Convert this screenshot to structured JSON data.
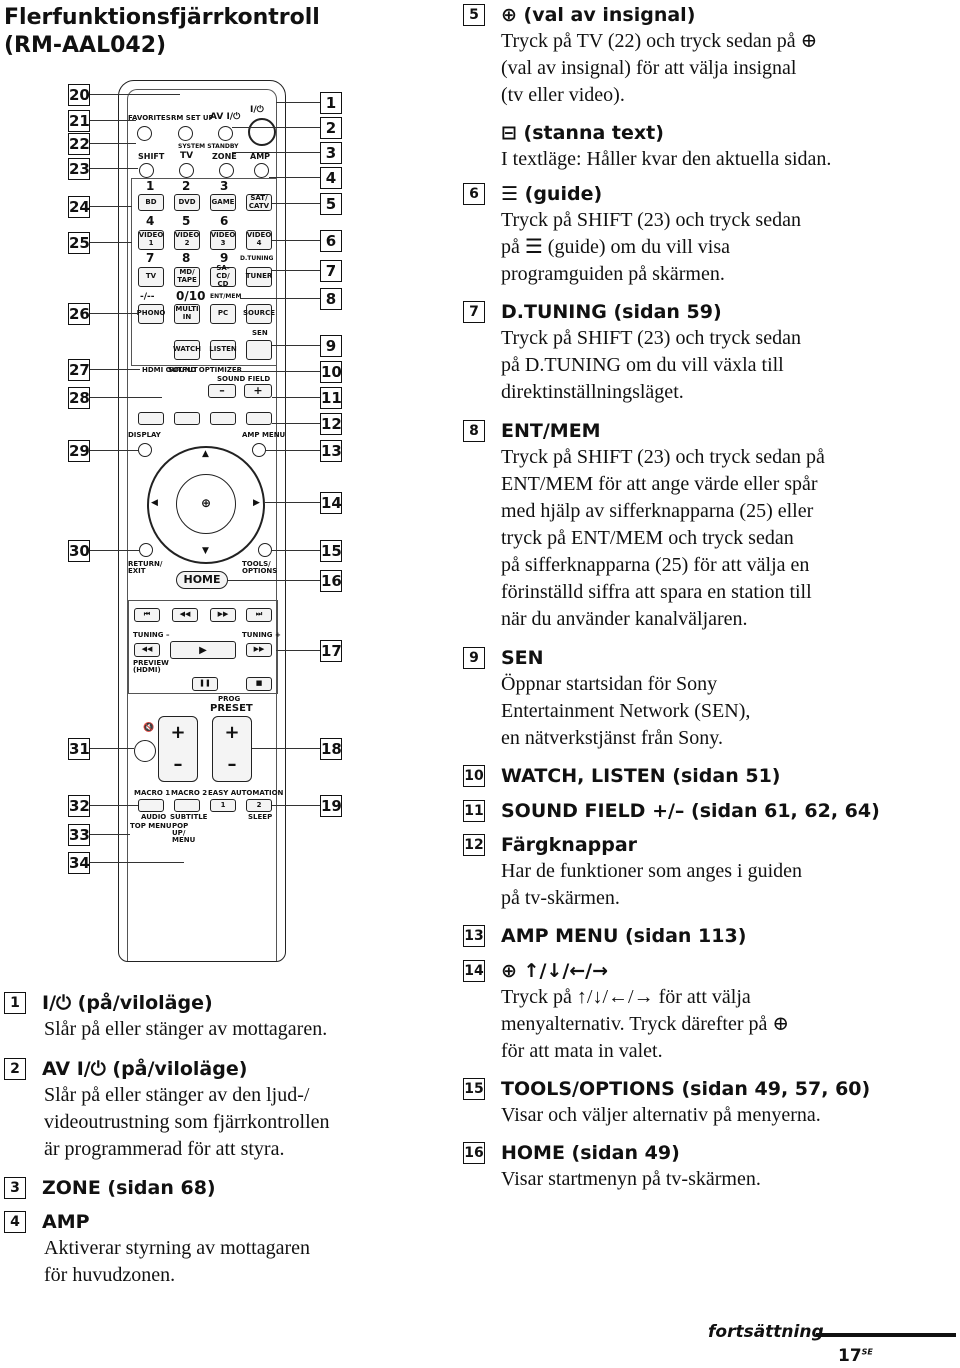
{
  "title": {
    "line1": "Flerfunktionsfjärrkontroll",
    "line2": "(RM-AAL042)"
  },
  "callouts_left": [
    "20",
    "21",
    "22",
    "23",
    "24",
    "25",
    "26",
    "27",
    "28",
    "29",
    "30",
    "31",
    "32",
    "33",
    "34"
  ],
  "callouts_right": [
    "1",
    "2",
    "3",
    "4",
    "5",
    "6",
    "7",
    "8",
    "9",
    "10",
    "11",
    "12",
    "13",
    "14",
    "15",
    "16",
    "17",
    "18",
    "19"
  ],
  "remote": {
    "favorites": "FAVORITES",
    "rm_set_up": "RM SET UP",
    "av_power": "AV I/⏻",
    "power": "I/⏻",
    "system_standby": "SYSTEM STANDBY",
    "shift": "SHIFT",
    "tv_label": "TV",
    "zone": "ZONE",
    "amp": "AMP",
    "digits": [
      "1",
      "2",
      "3",
      "4",
      "5",
      "6",
      "7",
      "8",
      "9",
      "-/--",
      "0/10"
    ],
    "bd": "BD",
    "dvd": "DVD",
    "game": "GAME",
    "sat_catv": "SAT/ CATV",
    "video1": "VIDEO 1",
    "video2": "VIDEO 2",
    "video3": "VIDEO 3",
    "video4": "VIDEO 4",
    "tv": "TV",
    "md_tape": "MD/ TAPE",
    "sa_cd": "SA-CD/ CD",
    "tuner": "TUNER",
    "d_tuning": "D.TUNING",
    "ent_mem": "ENT/MEM",
    "phono": "PHONO",
    "multi_in": "MULTI IN",
    "pc": "PC",
    "source": "SOURCE",
    "sen": "SEN",
    "watch": "WATCH",
    "listen": "LISTEN",
    "hdmi_output": "HDMI OUTPUT",
    "sound_optimizer": "SOUND OPTIMIZER",
    "sound_field": "SOUND FIELD",
    "minus": "–",
    "plus": "+",
    "display": "DISPLAY",
    "amp_menu": "AMP MENU",
    "return_exit": "RETURN/ EXIT",
    "tools_options": "TOOLS/ OPTIONS",
    "home": "HOME",
    "tuning_minus": "TUNING –",
    "tuning_plus": "TUNING +",
    "preview_hdmi": "PREVIEW (HDMI)",
    "prog": "PROG",
    "preset": "PRESET",
    "macro1": "MACRO 1",
    "macro2": "MACRO 2",
    "easy_automation": "EASY AUTOMATION",
    "audio": "AUDIO",
    "top_menu": "TOP MENU",
    "subtitle": "SUBTITLE",
    "pop_up_menu": "POP UP/ MENU",
    "sleep": "SLEEP",
    "one": "1",
    "two": "2"
  },
  "entries_left": [
    {
      "num": "1",
      "heading": "I/⏻ (på/viloläge)",
      "body": [
        "Slår på eller stänger av mottagaren."
      ]
    },
    {
      "num": "2",
      "heading": "AV I/⏻ (på/viloläge)",
      "body": [
        "Slår på eller stänger av den ljud-/",
        "videoutrustning som fjärrkontrollen",
        "är programmerad för att styra."
      ]
    },
    {
      "num": "3",
      "heading": "ZONE (sidan 68)",
      "body": []
    },
    {
      "num": "4",
      "heading": "AMP",
      "body": [
        "Aktiverar styrning av mottagaren",
        "för huvudzonen."
      ]
    }
  ],
  "entries_right": [
    {
      "num": "5",
      "heading": "⊕ (val av insignal)",
      "body": [
        "Tryck på TV (22) och tryck sedan på ⊕",
        "(val av insignal) för att välja insignal",
        "(tv eller video)."
      ]
    },
    {
      "num": "",
      "heading": "⊟ (stanna text)",
      "body": [
        "I textläge: Håller kvar den aktuella sidan."
      ]
    },
    {
      "num": "6",
      "heading": "☰ (guide)",
      "body": [
        "Tryck på SHIFT (23) och tryck sedan",
        "på ☰ (guide) om du vill visa",
        "programguiden på skärmen."
      ]
    },
    {
      "num": "7",
      "heading": "D.TUNING (sidan 59)",
      "body": [
        "Tryck på SHIFT (23) och tryck sedan",
        "på D.TUNING om du vill växla till",
        "direktinställningsläget."
      ]
    },
    {
      "num": "8",
      "heading": "ENT/MEM",
      "body": [
        "Tryck på SHIFT (23) och tryck sedan på",
        "ENT/MEM för att ange värde eller spår",
        "med hjälp av sifferknapparna (25) eller",
        "tryck på ENT/MEM och tryck sedan",
        "på sifferknapparna (25) för att välja en",
        "förinställd siffra att spara en station till",
        "när du använder kanalväljaren."
      ]
    },
    {
      "num": "9",
      "heading": "SEN",
      "body": [
        "Öppnar startsidan för Sony",
        "Entertainment Network (SEN),",
        "en nätverkstjänst från Sony."
      ]
    },
    {
      "num": "10",
      "heading": "WATCH, LISTEN (sidan 51)",
      "body": []
    },
    {
      "num": "11",
      "heading": "SOUND FIELD +/– (sidan 61, 62, 64)",
      "body": []
    },
    {
      "num": "12",
      "heading": "Färgknappar",
      "body": [
        "Har de funktioner som anges i guiden",
        "på tv-skärmen."
      ]
    },
    {
      "num": "13",
      "heading": "AMP MENU (sidan 113)",
      "body": []
    },
    {
      "num": "14",
      "heading": "⊕ ↑/↓/←/→",
      "body": [
        "Tryck på ↑/↓/←/→ för att välja",
        "menyalternativ. Tryck därefter på ⊕",
        "för att mata in valet."
      ]
    },
    {
      "num": "15",
      "heading": "TOOLS/OPTIONS (sidan 49, 57, 60)",
      "body": [
        "Visar och väljer alternativ på menyerna."
      ]
    },
    {
      "num": "16",
      "heading": "HOME (sidan 49)",
      "body": [
        "Visar startmenyn på tv-skärmen."
      ]
    }
  ],
  "footer": {
    "continuation": "fortsättning",
    "page": "17",
    "page_suffix": "SE"
  }
}
